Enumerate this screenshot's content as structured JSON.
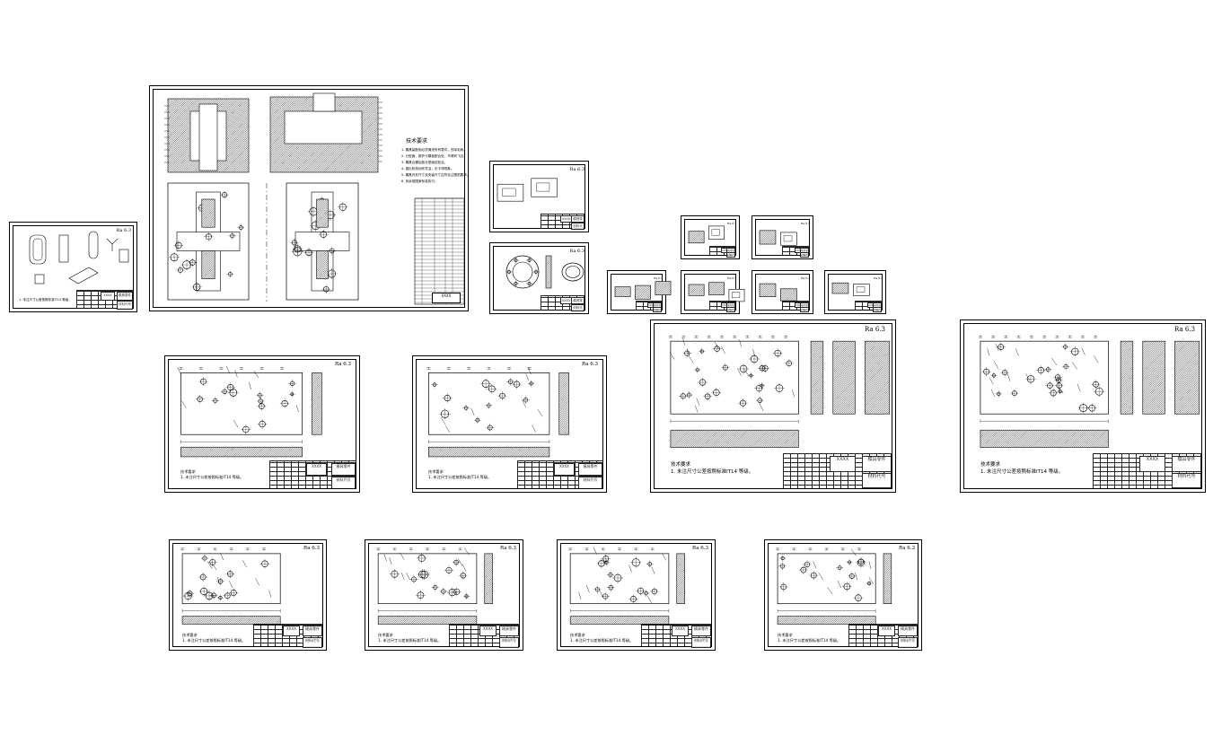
{
  "tech_requirements_title": "技术要求",
  "tolerance_note": "1. 未注尺寸公差按照标准IT14 等级。",
  "roughness_mark": "Ra 6.3",
  "assembly_notes": [
    "1. 模具装配前必须清洗所有零件，去除毛刺。",
    "2. 分型面、推杆与模板配合处，不得有飞边。",
    "3. 模具合模后各分型面应贴合。",
    "4. 推出机构动作灵活，无卡滞现象。",
    "5. 模具外形尺寸及安装尺寸应符合注塑机要求。",
    "6. 其余按国家标准执行。"
  ],
  "title_block": {
    "company": "XXXX",
    "drawing_no": "模具零件",
    "material": "材料代号"
  },
  "sheets": [
    {
      "id": "product-sheet",
      "kind": "product"
    },
    {
      "id": "assembly-sheet",
      "kind": "assembly"
    },
    {
      "id": "part-sheet-slider",
      "kind": "small"
    },
    {
      "id": "part-sheet-ring",
      "kind": "small"
    },
    {
      "id": "mini-sheet-1",
      "kind": "mini"
    },
    {
      "id": "mini-sheet-2",
      "kind": "mini"
    },
    {
      "id": "mini-sheet-3",
      "kind": "mini"
    },
    {
      "id": "mini-sheet-4",
      "kind": "mini"
    },
    {
      "id": "mini-sheet-5",
      "kind": "mini"
    },
    {
      "id": "mini-sheet-6",
      "kind": "mini"
    },
    {
      "id": "plate-sheet-1",
      "kind": "plate"
    },
    {
      "id": "plate-sheet-2",
      "kind": "plate"
    },
    {
      "id": "plate-sheet-3",
      "kind": "plate-large"
    },
    {
      "id": "plate-sheet-4",
      "kind": "plate-large"
    },
    {
      "id": "plate-sheet-5",
      "kind": "plate-small"
    },
    {
      "id": "plate-sheet-6",
      "kind": "plate-small"
    },
    {
      "id": "plate-sheet-7",
      "kind": "plate-small"
    },
    {
      "id": "plate-sheet-8",
      "kind": "plate-small"
    }
  ]
}
